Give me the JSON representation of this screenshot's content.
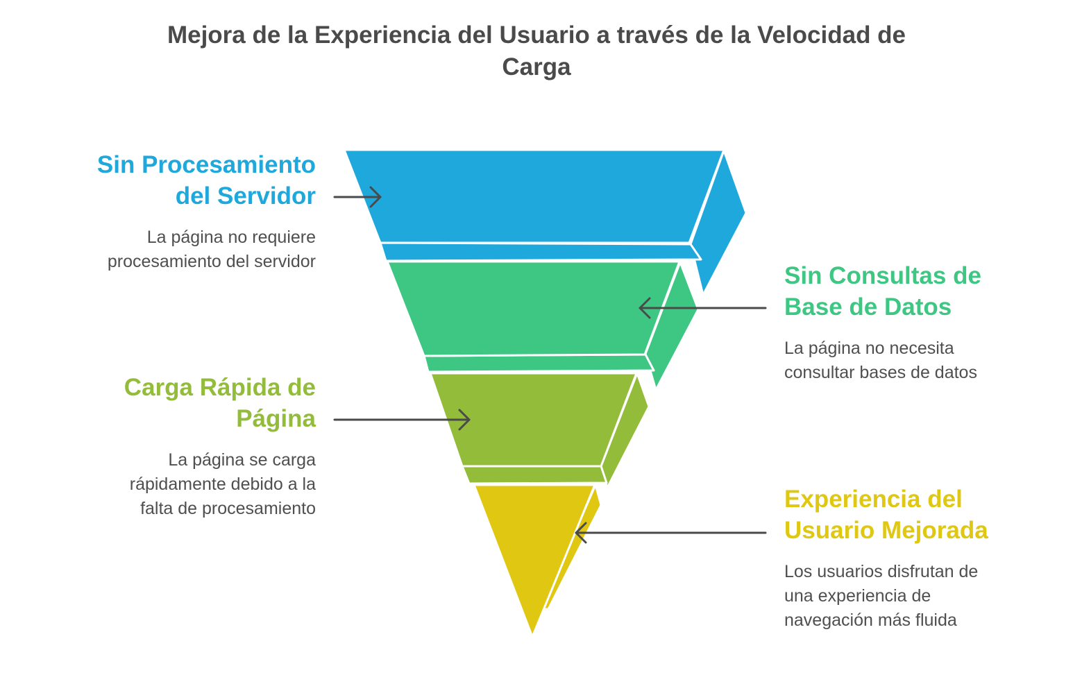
{
  "title": {
    "line1": "Mejora de la Experiencia del Usuario a través de la Velocidad de",
    "line2": "Carga"
  },
  "colors": {
    "blue": "#1ea8db",
    "green": "#3ec683",
    "lime": "#92bc3a",
    "yellow": "#dfc712",
    "arrow": "#4a4a4a"
  },
  "stages": [
    {
      "title_line1": "Sin Procesamiento",
      "title_line2": "del Servidor",
      "desc_lines": [
        "La página no requiere",
        "procesamiento del servidor"
      ],
      "color": "#1ea8db"
    },
    {
      "title_line1": "Sin Consultas de",
      "title_line2": "Base de Datos",
      "desc_lines": [
        "La página no necesita",
        "consultar bases de datos"
      ],
      "color": "#3ec683"
    },
    {
      "title_line1": "Carga Rápida de",
      "title_line2": "Página",
      "desc_lines": [
        "La página se carga",
        "rápidamente debido a la",
        "falta de procesamiento"
      ],
      "color": "#92bc3a"
    },
    {
      "title_line1": "Experiencia del",
      "title_line2": "Usuario Mejorada",
      "desc_lines": [
        "Los usuarios disfrutan de",
        "una experiencia de",
        "navegación más fluida"
      ],
      "color": "#dfc712"
    }
  ]
}
